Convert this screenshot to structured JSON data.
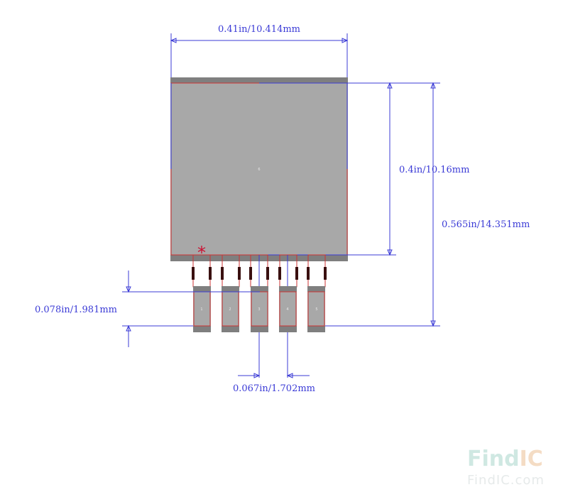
{
  "dimensions": {
    "width": "0.41in/10.414mm",
    "tab_height": "0.4in/10.16mm",
    "overall_height": "0.565in/14.351mm",
    "pad_length": "0.078in/1.981mm",
    "pitch": "0.067in/1.702mm"
  },
  "tab_pad_label": "6",
  "pads": [
    {
      "label": "1"
    },
    {
      "label": "2"
    },
    {
      "label": "3"
    },
    {
      "label": "4"
    },
    {
      "label": "5"
    }
  ],
  "pin1_marker": "*",
  "watermark": {
    "logo_find": "Find",
    "logo_ic": "IC",
    "url": "FindIC.com"
  },
  "colors": {
    "dimension": "#3b3bd6",
    "outline": "#cc3333",
    "pad": "#a8a8a8",
    "pad_end": "#7f7f7f",
    "marker": "#cc1133"
  }
}
